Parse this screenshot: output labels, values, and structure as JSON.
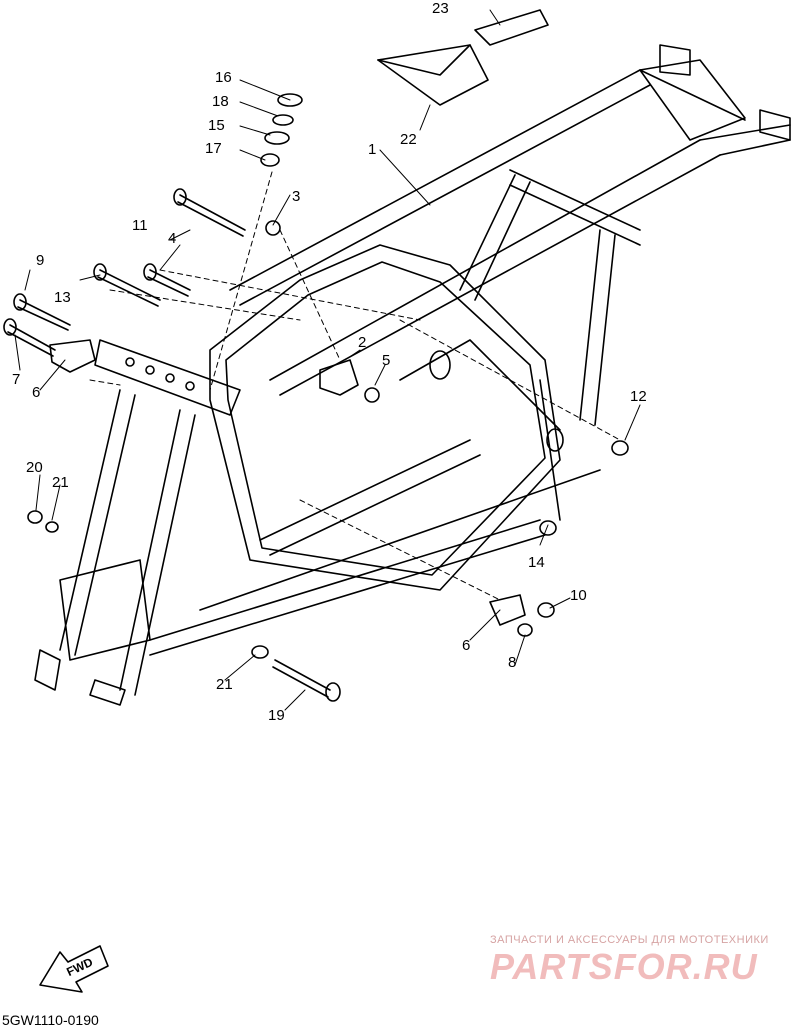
{
  "callouts": [
    "1",
    "2",
    "3",
    "4",
    "5",
    "6",
    "6",
    "7",
    "8",
    "9",
    "10",
    "11",
    "12",
    "13",
    "14",
    "15",
    "16",
    "17",
    "18",
    "19",
    "20",
    "21",
    "21",
    "22",
    "23"
  ],
  "fwd_label": "FWD",
  "diagram_code": "5GW1110-0190",
  "watermark": {
    "tagline": "ЗАПЧАСТИ И АКСЕССУАРЫ ДЛЯ МОТОТЕХНИКИ",
    "brand": "PARTSFOR.RU"
  }
}
